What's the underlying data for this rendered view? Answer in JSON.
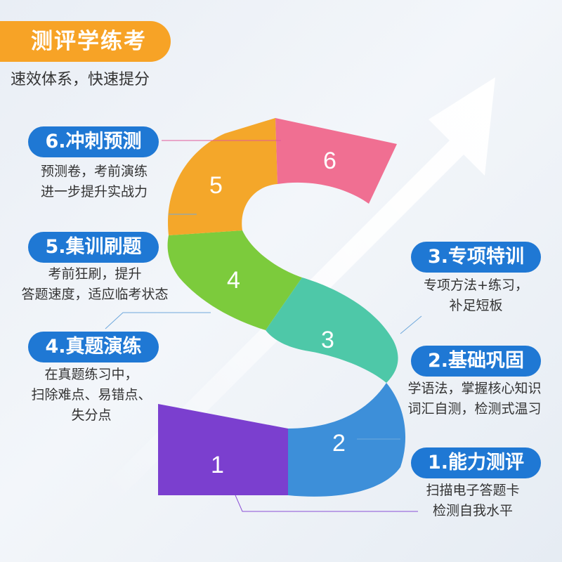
{
  "header": {
    "title": "测评学练考",
    "subtitle": "速效体系，快速提分"
  },
  "steps": [
    {
      "label": "1.能力测评",
      "desc": [
        "扫描电子答题卡",
        "检测自我水平"
      ],
      "number": "1",
      "color": "#7b3fcf"
    },
    {
      "label": "2.基础巩固",
      "desc": [
        "学语法，掌握核心知识",
        "词汇自测，检测式温习"
      ],
      "number": "2",
      "color": "#3d8fd9"
    },
    {
      "label": "3.专项特训",
      "desc": [
        "专项方法+练习，",
        "补足短板"
      ],
      "number": "3",
      "color": "#4ec8a8"
    },
    {
      "label": "4.真题演练",
      "desc": [
        "在真题练习中，",
        "扫除难点、易错点、",
        "失分点"
      ],
      "number": "4",
      "color": "#7ccb3c"
    },
    {
      "label": "5.集训刷题",
      "desc": [
        "考前狂刷，提升",
        "答题速度，适应临考状态"
      ],
      "number": "5",
      "color": "#f4a72a"
    },
    {
      "label": "6.冲刺预测",
      "desc": [
        "预测卷，考前演练",
        "进一步提升实战力"
      ],
      "number": "6",
      "color": "#f06f92"
    }
  ],
  "accent": "#1f78d4",
  "title_color": "#f7a326"
}
